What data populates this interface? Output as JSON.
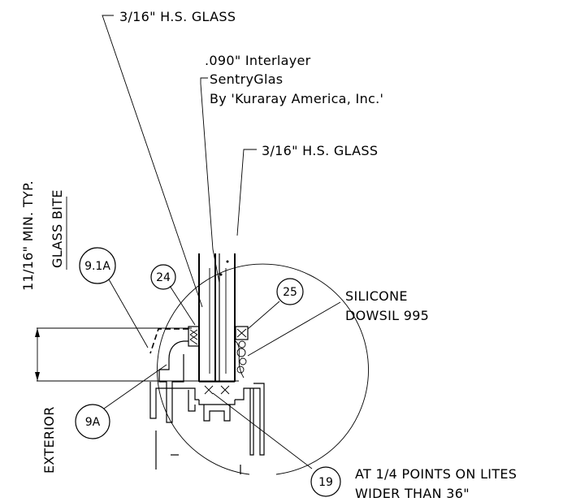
{
  "labels": {
    "glass_outer": "3/16\" H.S. GLASS",
    "interlayer_line1": ".090\" Interlayer",
    "interlayer_line2": "SentryGlas",
    "interlayer_line3": "By 'Kuraray America, Inc.'",
    "glass_inner": "3/16\" H.S. GLASS",
    "silicone_line1": "SILICONE",
    "silicone_line2": "DOWSIL 995",
    "dimension": "11/16\" MIN. TYP.",
    "glass_bite": "GLASS BITE",
    "exterior": "EXTERIOR",
    "note_line1": "AT 1/4 POINTS ON LITES",
    "note_line2": "WIDER THAN 36\""
  },
  "callouts": {
    "c91a": "9.1A",
    "c24": "24",
    "c25": "25",
    "c9a": "9A",
    "c19": "19"
  }
}
